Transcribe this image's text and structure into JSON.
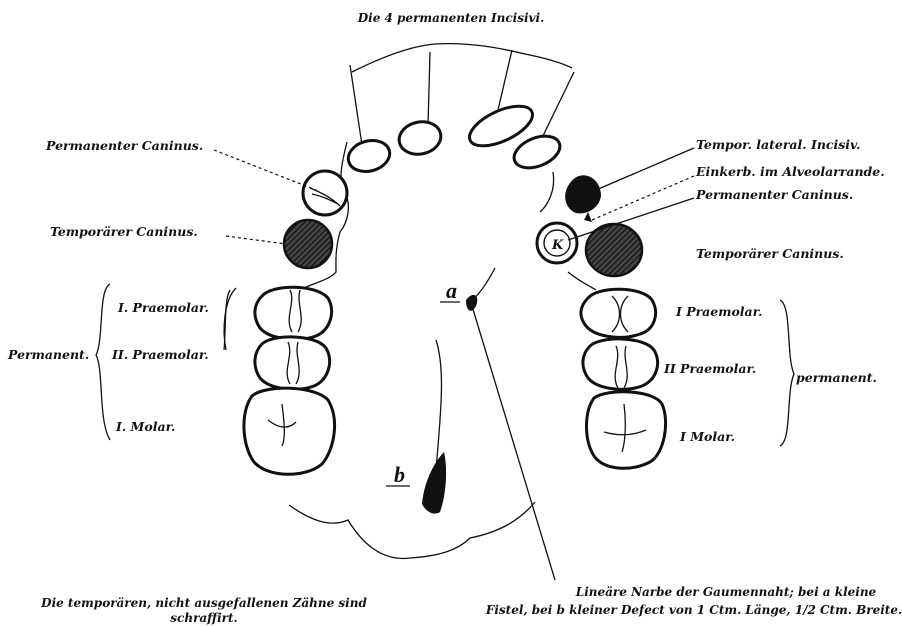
{
  "title": "Die 4 permanenten Incisivi.",
  "labels_left": {
    "perm_canine": "Permanenter Caninus.",
    "temp_canine": "Temporärer Caninus.",
    "premolar_1": "I. Praemolar.",
    "premolar_2": "II. Praemolar.",
    "molar_1": "I. Molar.",
    "group": "Permanent."
  },
  "labels_right": {
    "temp_lateral_incisor": "Tempor. lateral. Incisiv.",
    "notch": "Einkerb. im Alveolarrande.",
    "perm_canine": "Permanenter Caninus.",
    "temp_canine": "Temporärer Caninus.",
    "premolar_1": "I Praemolar.",
    "premolar_2": "II Praemolar.",
    "molar_1": "I Molar.",
    "group": "permanent."
  },
  "markers": {
    "a": "a",
    "b": "b",
    "k": "K"
  },
  "captions": {
    "left_line1": "Die temporären, nicht ausgefallenen Zähne sind",
    "left_line2": "schraffirt.",
    "right_line1": "Lineäre Narbe der Gaumennaht; bei a kleine",
    "right_line2": "Fistel, bei b kleiner Defect von 1 Ctm. Länge, 1/2 Ctm. Breite."
  }
}
